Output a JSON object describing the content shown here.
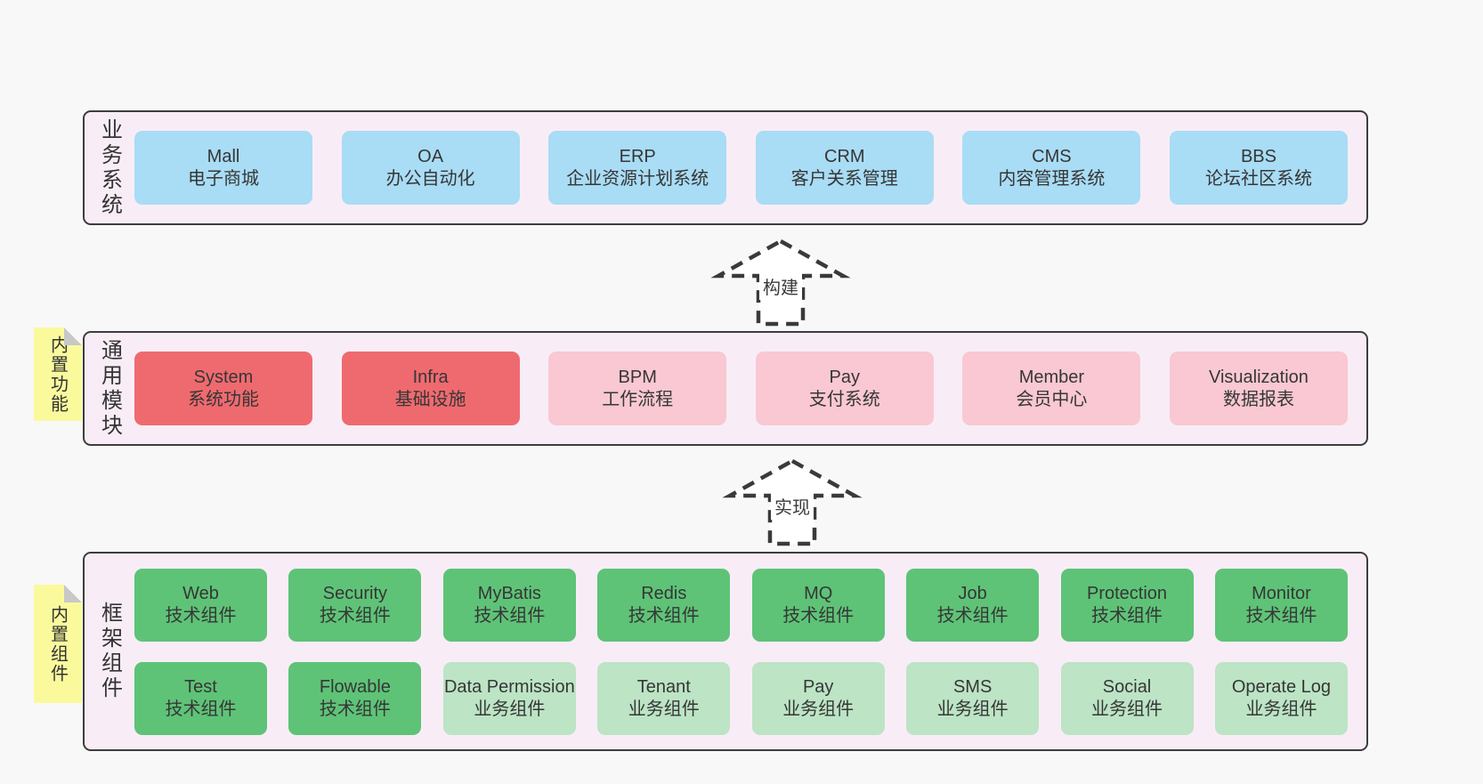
{
  "colors": {
    "page_bg": "#f8f8f8",
    "panel_bg": "#f8edf6",
    "panel_border": "#3d3d3d",
    "blue": "#a9dcf5",
    "red": "#ef6a6f",
    "pink": "#f9c8d2",
    "green": "#5ec377",
    "light_green": "#bce4c5",
    "note_yellow": "#fafa9d",
    "text": "#363636"
  },
  "arrows": [
    {
      "label": "构建"
    },
    {
      "label": "实现"
    }
  ],
  "sections": [
    {
      "label": "业务系统",
      "boxes": [
        {
          "name": "Mall",
          "desc": "电子商城"
        },
        {
          "name": "OA",
          "desc": "办公自动化"
        },
        {
          "name": "ERP",
          "desc": "企业资源计划系统"
        },
        {
          "name": "CRM",
          "desc": "客户关系管理"
        },
        {
          "name": "CMS",
          "desc": "内容管理系统"
        },
        {
          "name": "BBS",
          "desc": "论坛社区系统"
        }
      ]
    },
    {
      "label": "通用模块",
      "note": "内置功能",
      "boxes": [
        {
          "name": "System",
          "desc": "系统功能"
        },
        {
          "name": "Infra",
          "desc": "基础设施"
        },
        {
          "name": "BPM",
          "desc": "工作流程"
        },
        {
          "name": "Pay",
          "desc": "支付系统"
        },
        {
          "name": "Member",
          "desc": "会员中心"
        },
        {
          "name": "Visualization",
          "desc": "数据报表"
        }
      ]
    },
    {
      "label": "框架组件",
      "note": "内置组件",
      "rows": [
        [
          {
            "name": "Web",
            "desc": "技术组件"
          },
          {
            "name": "Security",
            "desc": "技术组件"
          },
          {
            "name": "MyBatis",
            "desc": "技术组件"
          },
          {
            "name": "Redis",
            "desc": "技术组件"
          },
          {
            "name": "MQ",
            "desc": "技术组件"
          },
          {
            "name": "Job",
            "desc": "技术组件"
          },
          {
            "name": "Protection",
            "desc": "技术组件"
          },
          {
            "name": "Monitor",
            "desc": "技术组件"
          }
        ],
        [
          {
            "name": "Test",
            "desc": "技术组件"
          },
          {
            "name": "Flowable",
            "desc": "技术组件"
          },
          {
            "name": "Data Permission",
            "desc": "业务组件"
          },
          {
            "name": "Tenant",
            "desc": "业务组件"
          },
          {
            "name": "Pay",
            "desc": "业务组件"
          },
          {
            "name": "SMS",
            "desc": "业务组件"
          },
          {
            "name": "Social",
            "desc": "业务组件"
          },
          {
            "name": "Operate Log",
            "desc": "业务组件"
          }
        ]
      ]
    }
  ]
}
